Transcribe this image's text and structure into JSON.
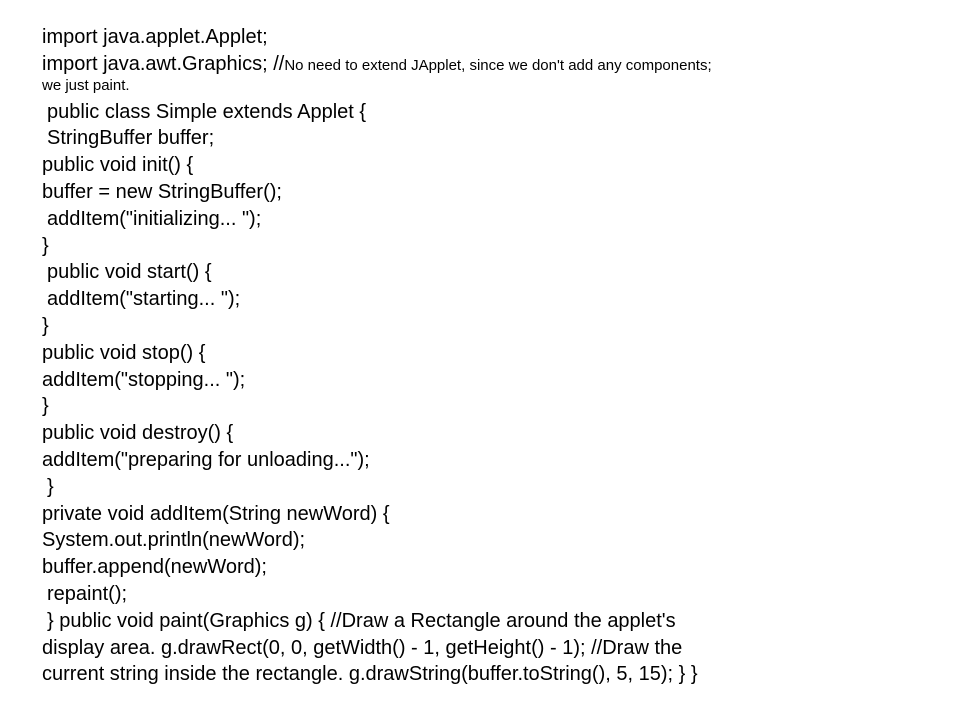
{
  "code": {
    "l1": "import java.applet.Applet;",
    "l2_main": "import java.awt.Graphics; //",
    "l2_comment": "No need to extend JApplet, since we don't add any components;",
    "l3": "we just paint.",
    "l4": "public class Simple extends Applet {",
    "l5": "StringBuffer buffer;",
    "l6": "public void init() {",
    "l7": "buffer = new StringBuffer();",
    "l8": "addItem(\"initializing... \");",
    "l9": "}",
    "l10": "public void start() {",
    "l11": "addItem(\"starting... \");",
    "l12": "}",
    "l13": "public void stop() {",
    "l14": "addItem(\"stopping... \");",
    "l15": "}",
    "l16": "public void destroy() {",
    "l17": "addItem(\"preparing for unloading...\");",
    "l18": "}",
    "l19": "private void addItem(String newWord) {",
    "l20": "System.out.println(newWord);",
    "l21": "buffer.append(newWord);",
    "l22": "repaint();",
    "l23": "} public void paint(Graphics g) { //Draw a Rectangle around the applet's",
    "l24": "display area. g.drawRect(0, 0, getWidth() - 1, getHeight() - 1); //Draw the",
    "l25": "current string inside the rectangle. g.drawString(buffer.toString(), 5, 15); } }"
  }
}
